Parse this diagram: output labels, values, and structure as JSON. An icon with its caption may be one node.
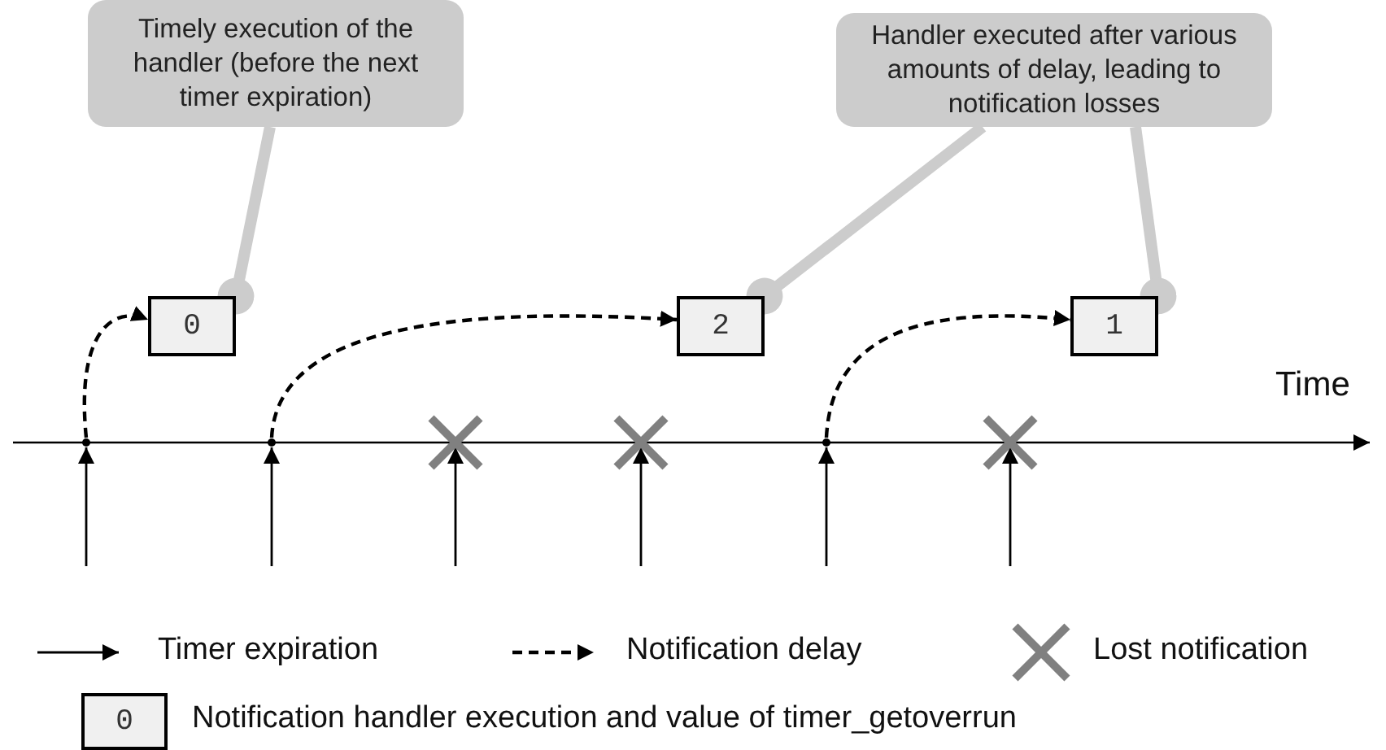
{
  "diagram": {
    "nodes": [
      {
        "text": [
          "Timely execution of the handler (before the next timer expiration)"
        ]
      },
      {
        "text": [
          "Handler executed after various amounts of delay, leading to notification losses"
        ]
      },
      {
        "text": [
          "0"
        ]
      },
      {
        "text": [
          "2"
        ]
      },
      {
        "text": [
          "1"
        ]
      },
      {
        "text": [],
        "shape": "point"
      },
      {
        "text": [],
        "shape": "point"
      },
      {
        "text": [],
        "shape": "cross"
      },
      {
        "text": [],
        "shape": "cross"
      },
      {
        "text": [],
        "shape": "point"
      },
      {
        "text": [],
        "shape": "cross"
      }
    ],
    "edges": [
      {
        "from": 0,
        "to": 2,
        "arrow": "other",
        "style": "thick",
        "color": "#cccccc"
      },
      {
        "from": 1,
        "to": 3,
        "arrow": "other",
        "style": "thick",
        "color": "#cccccc"
      },
      {
        "from": 1,
        "to": 4,
        "arrow": "other",
        "style": "thick",
        "color": "#cccccc"
      },
      {
        "from": 5,
        "to": 2,
        "arrow": "to",
        "style": "dashed"
      },
      {
        "from": 6,
        "to": 3,
        "arrow": "to",
        "style": "dashed"
      },
      {
        "from": 9,
        "to": 4,
        "arrow": "to",
        "style": "dashed"
      },
      {
        "from": null,
        "to": 5,
        "arrow": "to"
      },
      {
        "from": null,
        "to": 6,
        "arrow": "to"
      },
      {
        "from": null,
        "to": 7,
        "arrow": "to"
      },
      {
        "from": null,
        "to": 8,
        "arrow": "to"
      },
      {
        "from": null,
        "to": 9,
        "arrow": "to"
      },
      {
        "from": null,
        "to": 10,
        "arrow": "to"
      }
    ],
    "labels": [
      "Time",
      "0"
    ],
    "legend": [
      {
        "text": "Timer expiration"
      },
      {
        "text": "Notification delay"
      },
      {
        "text": "Lost notification"
      },
      {
        "text": "Notification handler execution and value of timer_getoverrun"
      }
    ]
  }
}
